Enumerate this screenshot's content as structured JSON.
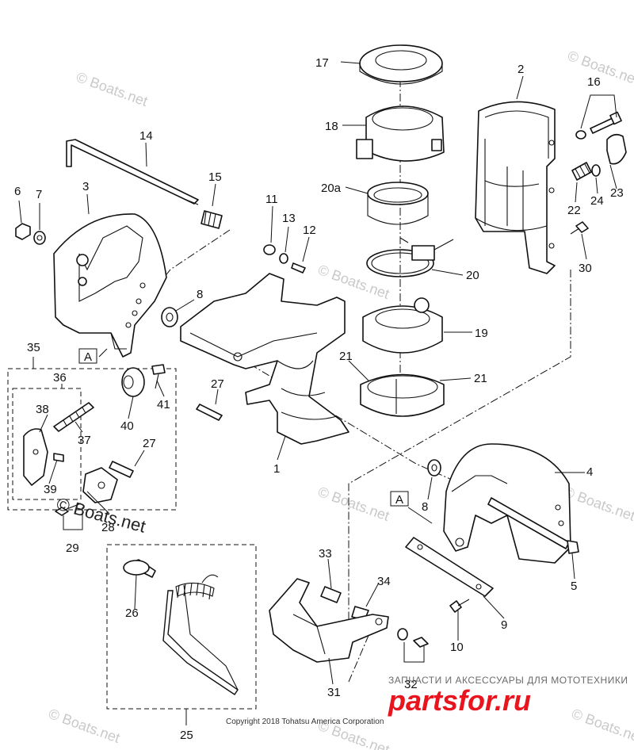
{
  "callouts": [
    {
      "id": "c17",
      "text": "17"
    },
    {
      "id": "c2",
      "text": "2"
    },
    {
      "id": "c16",
      "text": "16"
    },
    {
      "id": "c18",
      "text": "18"
    },
    {
      "id": "c20a",
      "text": "20a"
    },
    {
      "id": "c14",
      "text": "14"
    },
    {
      "id": "c15",
      "text": "15"
    },
    {
      "id": "c23",
      "text": "23"
    },
    {
      "id": "c6",
      "text": "6"
    },
    {
      "id": "c7",
      "text": "7"
    },
    {
      "id": "c3",
      "text": "3"
    },
    {
      "id": "c11",
      "text": "11"
    },
    {
      "id": "c13",
      "text": "13"
    },
    {
      "id": "c12",
      "text": "12"
    },
    {
      "id": "c22",
      "text": "22"
    },
    {
      "id": "c24",
      "text": "24"
    },
    {
      "id": "c20",
      "text": "20"
    },
    {
      "id": "c30",
      "text": "30"
    },
    {
      "id": "c8a",
      "text": "8"
    },
    {
      "id": "c19",
      "text": "19"
    },
    {
      "id": "c35",
      "text": "35"
    },
    {
      "id": "c21a",
      "text": "21"
    },
    {
      "id": "c21b",
      "text": "21"
    },
    {
      "id": "c36",
      "text": "36"
    },
    {
      "id": "c41",
      "text": "41"
    },
    {
      "id": "c27a",
      "text": "27"
    },
    {
      "id": "c38",
      "text": "38"
    },
    {
      "id": "c40",
      "text": "40"
    },
    {
      "id": "c37",
      "text": "37"
    },
    {
      "id": "c27b",
      "text": "27"
    },
    {
      "id": "c1",
      "text": "1"
    },
    {
      "id": "c4",
      "text": "4"
    },
    {
      "id": "c39",
      "text": "39"
    },
    {
      "id": "c8b",
      "text": "8"
    },
    {
      "id": "c28",
      "text": "28"
    },
    {
      "id": "c29",
      "text": "29"
    },
    {
      "id": "c5",
      "text": "5"
    },
    {
      "id": "c33",
      "text": "33"
    },
    {
      "id": "c34",
      "text": "34"
    },
    {
      "id": "c26",
      "text": "26"
    },
    {
      "id": "c9",
      "text": "9"
    },
    {
      "id": "c10",
      "text": "10"
    },
    {
      "id": "c32",
      "text": "32"
    },
    {
      "id": "c31",
      "text": "31"
    },
    {
      "id": "c25",
      "text": "25"
    }
  ],
  "ref_marks": [
    {
      "text": "A"
    },
    {
      "text": "A"
    }
  ],
  "watermark_text": "© Boats.net",
  "copyright": "Copyright 2018 Tohatsu America Corporation",
  "brand": {
    "tagline": "ЗАПЧАСТИ И АКСЕССУАРЫ ДЛЯ МОТОТЕХНИКИ",
    "logo_a": "parts",
    "logo_b": "for.ru",
    "color_a": "#e8141e",
    "color_b": "#e8141e"
  }
}
